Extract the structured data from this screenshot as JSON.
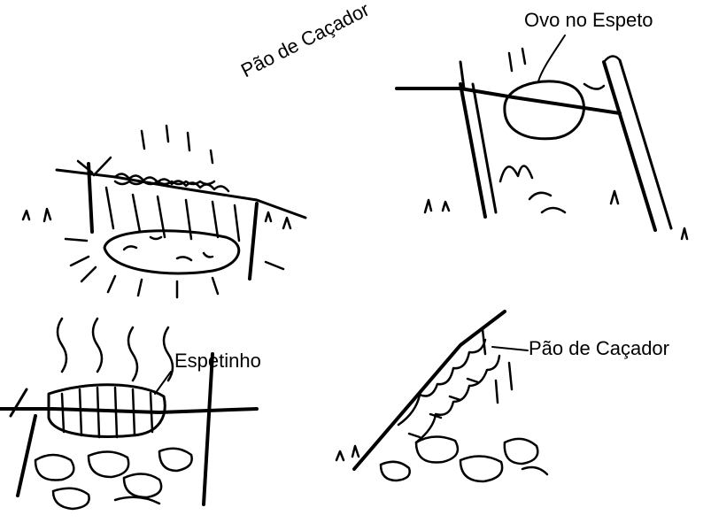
{
  "labels": {
    "top_left": "Pão de Caçador",
    "top_right": "Ovo no Espeto",
    "bottom_left": "Espetinho",
    "bottom_right": "Pão de Caçador"
  }
}
